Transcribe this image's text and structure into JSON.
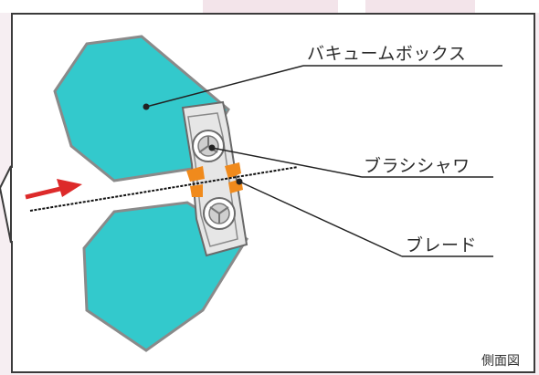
{
  "labels": {
    "vacuum_box": "バキュームボックス",
    "brush_shower": "ブラシシャワ",
    "blade": "ブレード"
  },
  "caption": "側面図",
  "colors": {
    "vacuum_box_fill": "#33c9cc",
    "vacuum_box_edge": "#8a8a8a",
    "blade_color": "#f08a1c",
    "arrow_color": "#dd2a2a",
    "leader_line": "#222222"
  }
}
